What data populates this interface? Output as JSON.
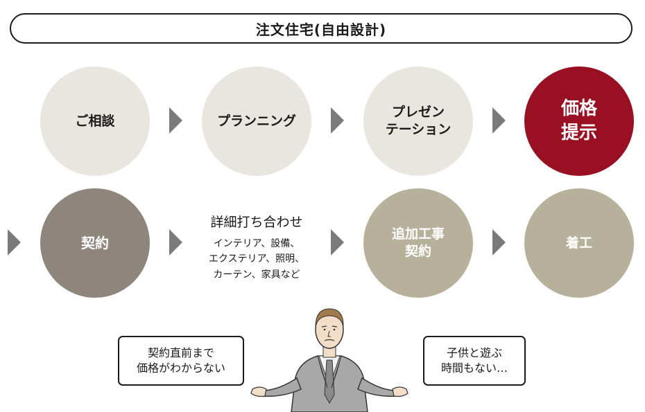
{
  "header": {
    "title": "注文住宅(自由設計)"
  },
  "steps_row1": [
    {
      "label": "ご相談"
    },
    {
      "label": "プランニング"
    },
    {
      "label": "プレゼン\nテーション"
    },
    {
      "label": "価格\n提示"
    }
  ],
  "steps_row2": {
    "contract": "契約",
    "meeting": {
      "title": "詳細打ち合わせ",
      "body": "インテリア、設備、\nエクステリア、照明、\nカーテン、家具など"
    },
    "additional": "追加工事\n契約",
    "construction": "着工"
  },
  "bubbles": {
    "left": "契約直前まで\n価格がわからない",
    "right": "子供と遊ぶ\n時間もない…"
  },
  "colors": {
    "light": "#e9e6df",
    "highlight": "#9a1023",
    "gray": "#8e857d",
    "khaki": "#b7b09a",
    "arrow": "#7a7a7a"
  }
}
